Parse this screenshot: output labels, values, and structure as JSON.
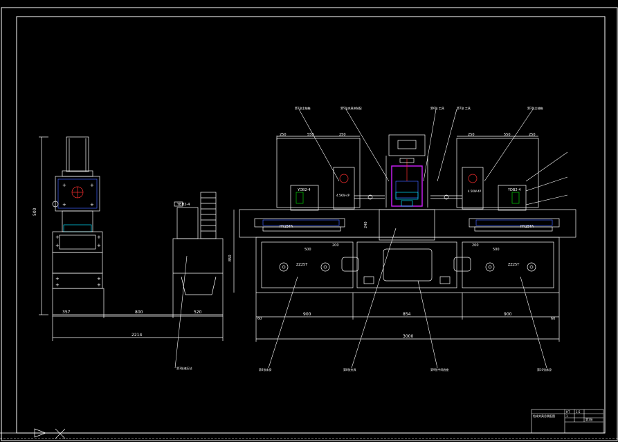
{
  "drawing": {
    "colors": {
      "background": "#000000",
      "line": "#ffffff",
      "red": "#ff3030",
      "blue": "#4060ff",
      "magenta": "#d020ff",
      "cyan": "#00e5ff",
      "green": "#00d000"
    },
    "labels": {
      "left_unit_label": "YDB2-4",
      "left_table_label": "HY25TA",
      "left_bed_label": "ZZ25T",
      "left_motor_label": "4.5KW-4P",
      "right_unit_label": "YDB2-4",
      "right_table_label": "HY25TA",
      "right_bed_label": "ZZ25T",
      "right_motor_label": "4.5KW-4P",
      "side_pump_label": "YBH2-4"
    },
    "dimensions": {
      "side_total_width": "2214",
      "side_left": "357",
      "side_middle": "800",
      "side_right": "520",
      "side_height": "500",
      "main_total_width": "3000",
      "main_left_bed": "900",
      "main_center": "854",
      "main_right_bed": "900",
      "main_end_left": "60",
      "main_end_right": "60",
      "left_table_a": "500",
      "left_table_b": "200",
      "right_table_a": "200",
      "right_table_b": "500",
      "top_left_a": "250",
      "top_left_b": "550",
      "top_left_c": "250",
      "top_right_a": "250",
      "top_right_b": "550",
      "top_right_c": "250",
      "main_height": "850",
      "fixture_height": "240"
    },
    "title_block": {
      "drawing_title": "钻床夹具总装配图",
      "scale": "1:5",
      "sheet": "第1张",
      "material": "HT",
      "qty": "1"
    }
  }
}
